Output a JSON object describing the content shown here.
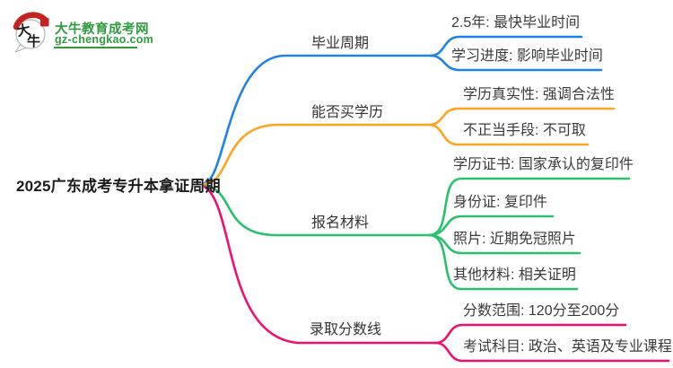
{
  "colors": {
    "blue": "#1E82E6",
    "orange": "#FFA41E",
    "green": "#2BC06E",
    "pink": "#F01070",
    "logo_green": "#2E9B3E",
    "logo_red": "#C5231D"
  },
  "logo": {
    "site_name": "大牛教育成考网",
    "site_url": "gz-chengkao.com",
    "icon_char_1": "大",
    "icon_char_2": "牛"
  },
  "center": {
    "title": "2025广东成考专升本拿证周期"
  },
  "branches": [
    {
      "label": "毕业周期",
      "color": "blue",
      "children": [
        "2.5年: 最快毕业时间",
        "学习进度: 影响毕业时间"
      ]
    },
    {
      "label": "能否买学历",
      "color": "orange",
      "children": [
        "学历真实性: 强调合法性",
        "不正当手段: 不可取"
      ]
    },
    {
      "label": "报名材料",
      "color": "green",
      "children": [
        "学历证书: 国家承认的复印件",
        "身份证: 复印件",
        "照片: 近期免冠照片",
        "其他材料: 相关证明"
      ]
    },
    {
      "label": "录取分数线",
      "color": "pink",
      "children": [
        "分数范围: 120分至200分",
        "考试科目: 政治、英语及专业课程"
      ]
    }
  ]
}
